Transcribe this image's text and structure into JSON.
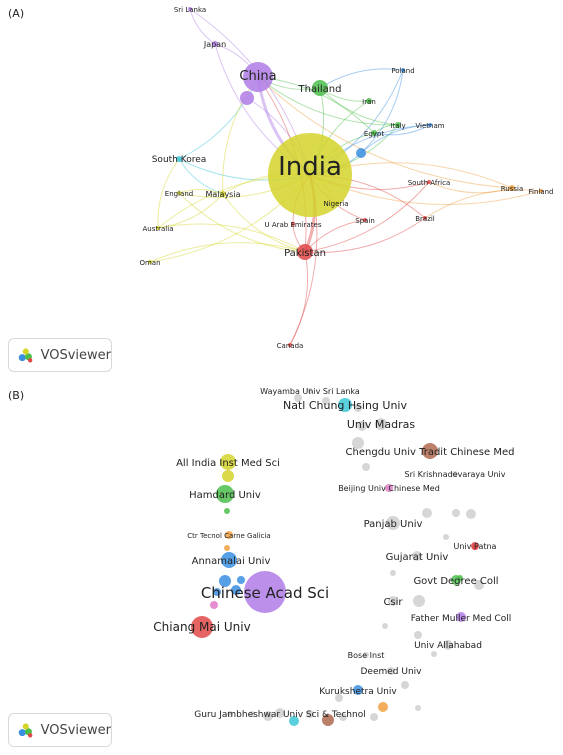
{
  "panels": {
    "a_label": "(A)",
    "b_label": "(B)",
    "brand": "VOSviewer"
  },
  "colors": {
    "yellow": "#d4d42a",
    "purple": "#b07de6",
    "green": "#4cbe4c",
    "red": "#e04848",
    "blue": "#3b8fe0",
    "cyan": "#3cc8d6",
    "orange": "#f0a040",
    "brown": "#b06a50",
    "pink": "#e07ac8",
    "grey": "#c8c8c8"
  },
  "network_a": {
    "nodes": [
      {
        "id": "india",
        "label": "India",
        "color": "yellow"
      },
      {
        "id": "china",
        "label": "China",
        "color": "purple"
      },
      {
        "id": "china2",
        "label": "",
        "color": "purple"
      },
      {
        "id": "pakistan",
        "label": "Pakistan",
        "color": "red"
      },
      {
        "id": "thailand",
        "label": "Thailand",
        "color": "green"
      },
      {
        "id": "japan",
        "label": "Japan",
        "color": "purple"
      },
      {
        "id": "srilanka",
        "label": "Sri Lanka",
        "color": "purple"
      },
      {
        "id": "southkorea",
        "label": "South Korea",
        "color": "cyan"
      },
      {
        "id": "malaysia",
        "label": "Malaysia",
        "color": "yellow"
      },
      {
        "id": "england",
        "label": "England",
        "color": "yellow"
      },
      {
        "id": "australia",
        "label": "Australia",
        "color": "yellow"
      },
      {
        "id": "oman",
        "label": "Oman",
        "color": "yellow"
      },
      {
        "id": "uae",
        "label": "U Arab Emirates",
        "color": "red"
      },
      {
        "id": "nigeria",
        "label": "Nigeria",
        "color": "yellow"
      },
      {
        "id": "spain",
        "label": "Spain",
        "color": "red"
      },
      {
        "id": "brazil",
        "label": "Brazil",
        "color": "red"
      },
      {
        "id": "southafrica",
        "label": "South Africa",
        "color": "red"
      },
      {
        "id": "russia",
        "label": "Russia",
        "color": "orange"
      },
      {
        "id": "finland",
        "label": "Finland",
        "color": "orange"
      },
      {
        "id": "egypt",
        "label": "Egypt",
        "color": "green"
      },
      {
        "id": "italy",
        "label": "Italy",
        "color": "green"
      },
      {
        "id": "iran",
        "label": "Iran",
        "color": "green"
      },
      {
        "id": "poland",
        "label": "Poland",
        "color": "blue"
      },
      {
        "id": "vietnam",
        "label": "Vietnam",
        "color": "blue"
      },
      {
        "id": "bluenode",
        "label": "",
        "color": "blue"
      },
      {
        "id": "canada",
        "label": "Canada",
        "color": "red"
      }
    ],
    "links": [
      [
        "india",
        "china"
      ],
      [
        "india",
        "china2"
      ],
      [
        "india",
        "pakistan"
      ],
      [
        "india",
        "thailand"
      ],
      [
        "india",
        "japan"
      ],
      [
        "india",
        "srilanka"
      ],
      [
        "india",
        "southkorea"
      ],
      [
        "india",
        "malaysia"
      ],
      [
        "india",
        "england"
      ],
      [
        "india",
        "australia"
      ],
      [
        "india",
        "oman"
      ],
      [
        "india",
        "uae"
      ],
      [
        "india",
        "nigeria"
      ],
      [
        "india",
        "spain"
      ],
      [
        "india",
        "brazil"
      ],
      [
        "india",
        "southafrica"
      ],
      [
        "india",
        "russia"
      ],
      [
        "india",
        "finland"
      ],
      [
        "india",
        "egypt"
      ],
      [
        "india",
        "italy"
      ],
      [
        "india",
        "iran"
      ],
      [
        "india",
        "poland"
      ],
      [
        "india",
        "vietnam"
      ],
      [
        "india",
        "bluenode"
      ],
      [
        "india",
        "canada"
      ],
      [
        "china",
        "thailand"
      ],
      [
        "china",
        "pakistan"
      ],
      [
        "china",
        "japan"
      ],
      [
        "china",
        "southkorea"
      ],
      [
        "china",
        "malaysia"
      ],
      [
        "china",
        "egypt"
      ],
      [
        "china",
        "italy"
      ],
      [
        "pakistan",
        "malaysia"
      ],
      [
        "pakistan",
        "oman"
      ],
      [
        "pakistan",
        "england"
      ],
      [
        "pakistan",
        "australia"
      ],
      [
        "pakistan",
        "spain"
      ],
      [
        "pakistan",
        "brazil"
      ],
      [
        "pakistan",
        "uae"
      ],
      [
        "pakistan",
        "southafrica"
      ],
      [
        "pakistan",
        "canada"
      ],
      [
        "thailand",
        "iran"
      ],
      [
        "thailand",
        "poland"
      ],
      [
        "thailand",
        "italy"
      ],
      [
        "egypt",
        "italy"
      ],
      [
        "egypt",
        "vietnam"
      ],
      [
        "malaysia",
        "southkorea"
      ],
      [
        "malaysia",
        "england"
      ],
      [
        "malaysia",
        "australia"
      ],
      [
        "southafrica",
        "russia"
      ],
      [
        "brazil",
        "finland"
      ],
      [
        "bluenode",
        "poland"
      ],
      [
        "bluenode",
        "vietnam"
      ],
      [
        "china",
        "russia"
      ],
      [
        "japan",
        "srilanka"
      ],
      [
        "southkorea",
        "australia"
      ]
    ]
  },
  "network_b": {
    "nodes": [
      {
        "id": "cas",
        "label": "Chinese Acad Sci",
        "color": "purple"
      },
      {
        "id": "chiangmai",
        "label": "Chiang Mai Univ",
        "color": "red"
      },
      {
        "id": "annamalai",
        "label": "Annamalai Univ",
        "color": "blue"
      },
      {
        "id": "blue2",
        "label": "",
        "color": "blue"
      },
      {
        "id": "blue3",
        "label": "",
        "color": "blue"
      },
      {
        "id": "blue4",
        "label": "",
        "color": "blue"
      },
      {
        "id": "blue5",
        "label": "",
        "color": "blue"
      },
      {
        "id": "pinkB",
        "label": "",
        "color": "pink"
      },
      {
        "id": "ctr",
        "label": "Ctr Tecnol Carne Galicia",
        "color": "orange"
      },
      {
        "id": "ctr2",
        "label": "",
        "color": "orange"
      },
      {
        "id": "hamdard",
        "label": "Hamdard Univ",
        "color": "green"
      },
      {
        "id": "hamdard2",
        "label": "",
        "color": "green"
      },
      {
        "id": "aiims",
        "label": "All India Inst Med Sci",
        "color": "yellow"
      },
      {
        "id": "aiims2",
        "label": "",
        "color": "yellow"
      },
      {
        "id": "wayamba",
        "label": "Wayamba Univ Sri Lanka",
        "color": "grey"
      },
      {
        "id": "natlchung",
        "label": "Natl Chung Hsing Univ",
        "color": "cyan"
      },
      {
        "id": "madras",
        "label": "Univ Madras",
        "color": "grey"
      },
      {
        "id": "chengdu",
        "label": "Chengdu Univ Tradit Chinese Med",
        "color": "brown"
      },
      {
        "id": "krishnadevaraya",
        "label": "Sri Krishnadevaraya Univ",
        "color": "grey"
      },
      {
        "id": "beijing",
        "label": "Beijing Univ Chinese Med",
        "color": "pink"
      },
      {
        "id": "panjab",
        "label": "Panjab Univ",
        "color": "grey"
      },
      {
        "id": "patna",
        "label": "Univ Patna",
        "color": "red"
      },
      {
        "id": "gujarat",
        "label": "Gujarat Univ",
        "color": "grey"
      },
      {
        "id": "govtdegree",
        "label": "Govt Degree Coll",
        "color": "green"
      },
      {
        "id": "csir",
        "label": "Csir",
        "color": "grey"
      },
      {
        "id": "fathermuller",
        "label": "Father Muller Med Coll",
        "color": "purple"
      },
      {
        "id": "allahabad",
        "label": "Univ Allahabad",
        "color": "grey"
      },
      {
        "id": "bose",
        "label": "Bose Inst",
        "color": "grey"
      },
      {
        "id": "deemed",
        "label": "Deemed Univ",
        "color": "grey"
      },
      {
        "id": "kurukshetra",
        "label": "Kurukshetra Univ",
        "color": "blue"
      },
      {
        "id": "guru",
        "label": "Guru Jambheshwar Univ Sci & Technol",
        "color": "grey"
      },
      {
        "id": "g1",
        "label": "",
        "color": "grey"
      },
      {
        "id": "g2",
        "label": "",
        "color": "grey"
      },
      {
        "id": "g3",
        "label": "",
        "color": "grey"
      },
      {
        "id": "g4",
        "label": "",
        "color": "grey"
      },
      {
        "id": "g5",
        "label": "",
        "color": "grey"
      },
      {
        "id": "g6",
        "label": "",
        "color": "grey"
      },
      {
        "id": "g7",
        "label": "",
        "color": "grey"
      },
      {
        "id": "g8",
        "label": "",
        "color": "grey"
      },
      {
        "id": "g9",
        "label": "",
        "color": "grey"
      },
      {
        "id": "g10",
        "label": "",
        "color": "grey"
      },
      {
        "id": "g11",
        "label": "",
        "color": "grey"
      },
      {
        "id": "g12",
        "label": "",
        "color": "grey"
      },
      {
        "id": "g13",
        "label": "",
        "color": "grey"
      },
      {
        "id": "g14",
        "label": "",
        "color": "grey"
      },
      {
        "id": "g15",
        "label": "",
        "color": "grey"
      },
      {
        "id": "g16",
        "label": "",
        "color": "grey"
      },
      {
        "id": "g17",
        "label": "",
        "color": "grey"
      },
      {
        "id": "g18",
        "label": "",
        "color": "grey"
      },
      {
        "id": "g19",
        "label": "",
        "color": "grey"
      },
      {
        "id": "g20",
        "label": "",
        "color": "grey"
      },
      {
        "id": "g21",
        "label": "",
        "color": "grey"
      },
      {
        "id": "g22",
        "label": "",
        "color": "grey"
      },
      {
        "id": "g23",
        "label": "",
        "color": "grey"
      },
      {
        "id": "g24",
        "label": "",
        "color": "grey"
      },
      {
        "id": "g25",
        "label": "",
        "color": "grey"
      },
      {
        "id": "b2",
        "label": "",
        "color": "cyan"
      },
      {
        "id": "b3",
        "label": "",
        "color": "brown"
      },
      {
        "id": "b4",
        "label": "",
        "color": "orange"
      },
      {
        "id": "b5",
        "label": "",
        "color": "green"
      },
      {
        "id": "b6",
        "label": "",
        "color": "red"
      }
    ]
  }
}
